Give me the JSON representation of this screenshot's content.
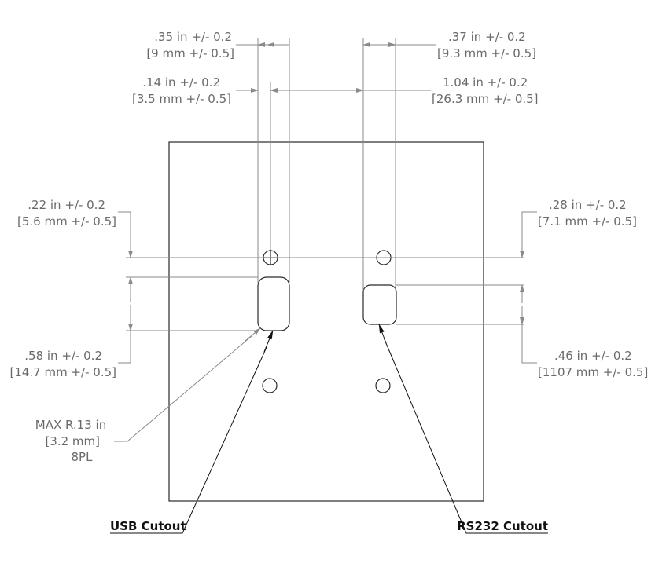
{
  "dimensions": {
    "top_left_width": {
      "in": ".35 in +/- 0.2",
      "mm": "[9 mm +/- 0.5]"
    },
    "top_left_center": {
      "in": ".14 in +/- 0.2",
      "mm": "[3.5 mm +/- 0.5]"
    },
    "top_right_width": {
      "in": ".37 in +/- 0.2",
      "mm": "[9.3 mm +/- 0.5]"
    },
    "top_right_spacing": {
      "in": "1.04 in +/- 0.2",
      "mm": "[26.3 mm +/- 0.5]"
    },
    "left_hole_offset": {
      "in": ".22 in +/- 0.2",
      "mm": "[5.6 mm +/- 0.5]"
    },
    "right_hole_offset": {
      "in": ".28 in +/- 0.2",
      "mm": "[7.1 mm +/- 0.5]"
    },
    "left_cutout_height": {
      "in": ".58 in +/- 0.2",
      "mm": "[14.7 mm +/- 0.5]"
    },
    "right_cutout_height": {
      "in": ".46 in +/- 0.2",
      "mm": "[1107 mm +/- 0.5]"
    }
  },
  "radius_note": {
    "line1": "MAX R.13 in",
    "line2": "[3.2 mm]",
    "line3": "8PL"
  },
  "labels": {
    "usb": "USB Cutout",
    "rs232": "RS232 Cutout"
  }
}
